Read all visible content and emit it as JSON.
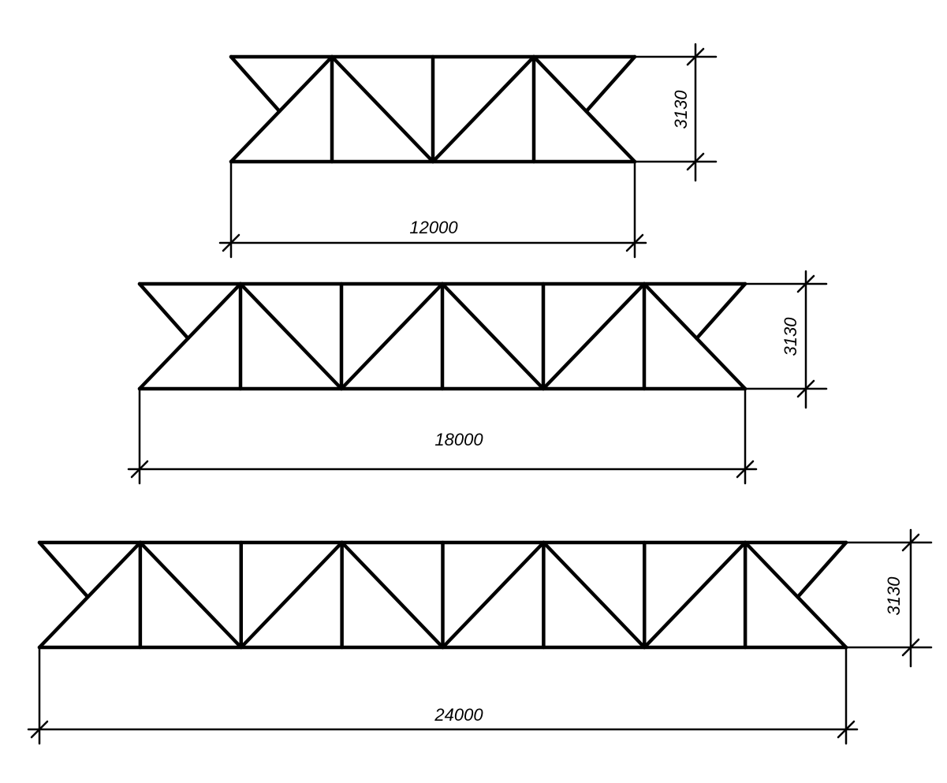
{
  "colors": {
    "line": "#000000",
    "background": "#ffffff"
  },
  "trusses": [
    {
      "panels": 4,
      "span_label": "12000",
      "height_label": "3130"
    },
    {
      "panels": 6,
      "span_label": "18000",
      "height_label": "3130"
    },
    {
      "panels": 8,
      "span_label": "24000",
      "height_label": "3130"
    }
  ]
}
